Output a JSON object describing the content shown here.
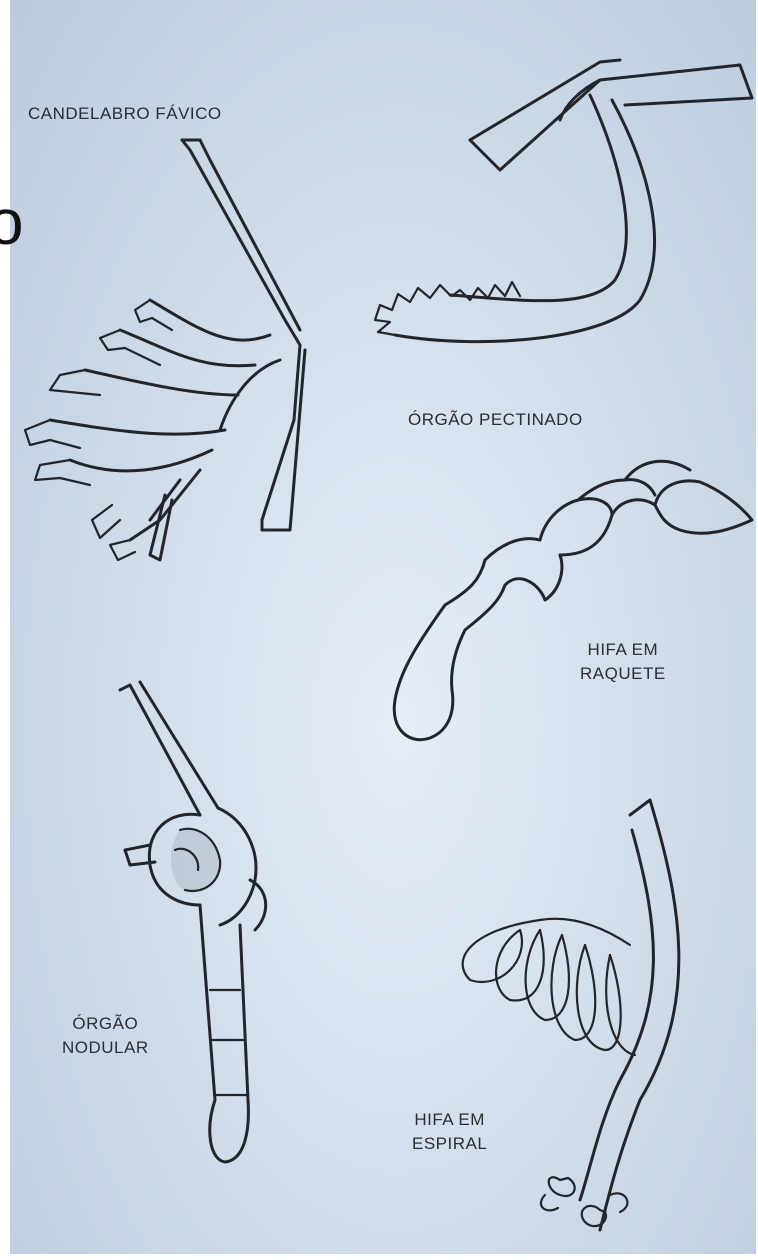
{
  "edge_fragment": "o",
  "labels": {
    "candelabro": "CANDELABRO FÁVICO",
    "pectinado": "ÓRGÃO PECTINADO",
    "raquete_line1": "HIFA EM",
    "raquete_line2": "RAQUETE",
    "nodular_line1": "ÓRGÃO",
    "nodular_line2": "NODULAR",
    "espiral_line1": "HIFA EM",
    "espiral_line2": "ESPIRAL"
  },
  "colors": {
    "paper": "#d2deec",
    "ink": "#22262c"
  }
}
